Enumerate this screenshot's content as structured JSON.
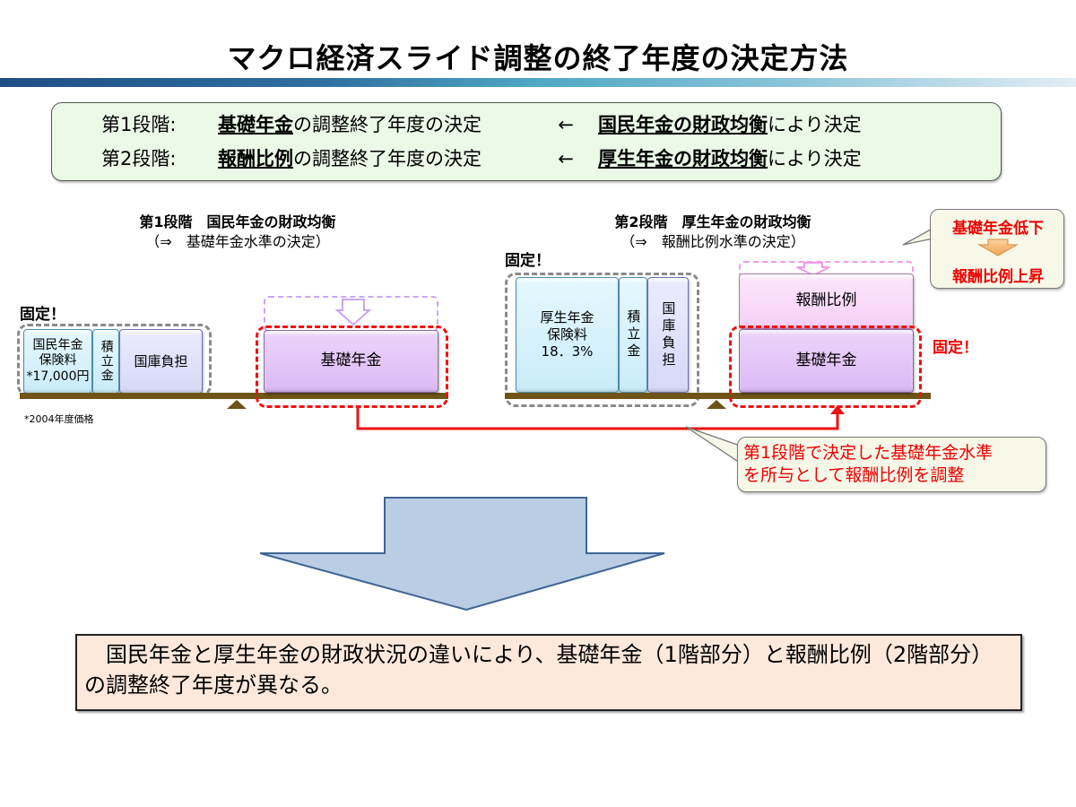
{
  "title": "マクロ経済スライド調整の終了年度の決定方法",
  "summary": {
    "rows": [
      {
        "lead": "第1段階:",
        "subject": "基礎年金",
        "middle": "の調整終了年度の決定",
        "arrow": "←",
        "basis": "国民年金の財政均衡",
        "tail": "により決定"
      },
      {
        "lead": "第2段階:",
        "subject": "報酬比例",
        "middle": "の調整終了年度の決定",
        "arrow": "←",
        "basis": "厚生年金の財政均衡",
        "tail": "により決定"
      }
    ]
  },
  "stage1": {
    "title": "第1段階　国民年金の財政均衡",
    "subtitle": "（⇒　基礎年金水準の決定）",
    "fixed_label": "固定！",
    "left_blocks": [
      {
        "label": "国民年金\n保険料\n*17,000円"
      },
      {
        "label": "積立金"
      },
      {
        "label": "国庫負担"
      }
    ],
    "right_block": {
      "label": "基礎年金"
    },
    "footnote": "*2004年度価格"
  },
  "stage2": {
    "title": "第2段階　厚生年金の財政均衡",
    "subtitle": "（⇒　報酬比例水準の決定）",
    "fixed_label_left": "固定！",
    "fixed_label_right": "固定！",
    "left_blocks": [
      {
        "label": "厚生年金\n保険料\n18．3%"
      },
      {
        "label": "積立金"
      },
      {
        "label": "国庫負担"
      }
    ],
    "upper_block": {
      "label": "報酬比例"
    },
    "lower_block": {
      "label": "基礎年金"
    }
  },
  "callout_effect": {
    "line1": "基礎年金低下",
    "line2": "報酬比例上昇"
  },
  "callout_link": {
    "line1": "第1段階で決定した基礎年金水準",
    "line2": "を所与として報酬比例を調整"
  },
  "conclusion": {
    "text": "　国民年金と厚生年金の財政状況の違いにより、基礎年金（1階部分）と報酬比例（2階部分）の調整終了年度が異なる。"
  },
  "colors": {
    "emphasis_red": "#ee0000",
    "arrow_fill": "#b9cde4",
    "arrow_stroke": "#3e6493",
    "beam": "#6e5416"
  }
}
